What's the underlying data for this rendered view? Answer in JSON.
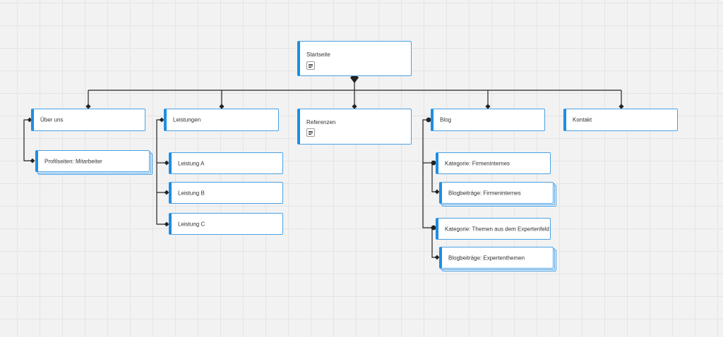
{
  "colors": {
    "line": "#222222",
    "accent": "#1b8fe3",
    "card_border": "#4aa1e4",
    "background": "#f2f2f2"
  },
  "nodes": {
    "startseite": {
      "label": "Startseite",
      "icon": "note-icon"
    },
    "ueber_uns": {
      "label": "Über uns"
    },
    "profilseiten": {
      "label": "Profilseiten: Mitarbeiter"
    },
    "leistungen": {
      "label": "Leistungen"
    },
    "leistung_a": {
      "label": "Leistung A"
    },
    "leistung_b": {
      "label": "Leistung B"
    },
    "leistung_c": {
      "label": "Leistung C"
    },
    "referenzen": {
      "label": "Referenzen",
      "icon": "note-icon"
    },
    "blog": {
      "label": "Blog"
    },
    "kat_firmeninternes": {
      "label": "Kategorie: Firmeninternes"
    },
    "blog_firmeninternes": {
      "label": "Blogbeiträge: Firmeninternes"
    },
    "kat_experten": {
      "label": "Kategorie: Themen aus dem Expertenfeld"
    },
    "blog_experten": {
      "label": "Blogbeiträge: Expertenthemen"
    },
    "kontakt": {
      "label": "Kontakt"
    }
  }
}
